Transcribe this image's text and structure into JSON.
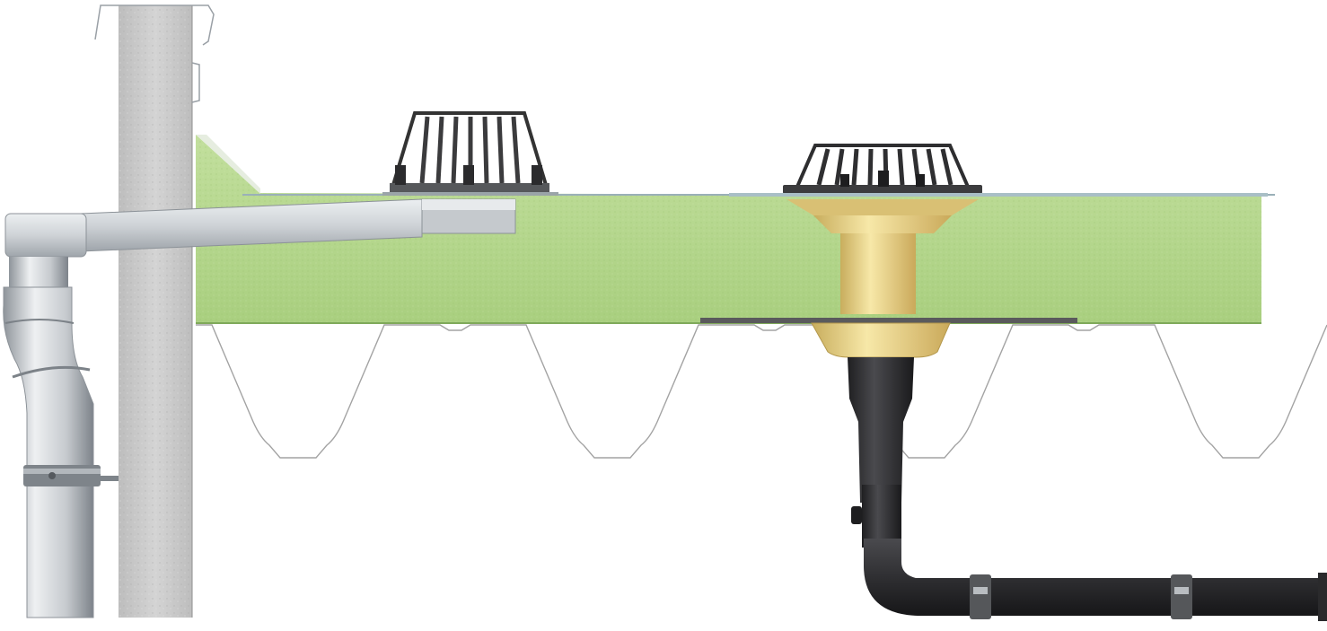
{
  "diagram": {
    "subject": "roof-drainage-cross-section",
    "components": [
      {
        "id": "concrete-wall",
        "icon": "wall"
      },
      {
        "id": "parapet-coping",
        "icon": "coping"
      },
      {
        "id": "insulation-layer",
        "icon": "insulation"
      },
      {
        "id": "trapezoidal-steel-deck",
        "icon": "deck"
      },
      {
        "id": "overflow-drain-grate",
        "icon": "grate"
      },
      {
        "id": "overflow-outlet-channel",
        "icon": "channel"
      },
      {
        "id": "steel-downpipe",
        "icon": "pipe"
      },
      {
        "id": "pipe-bracket",
        "icon": "bracket"
      },
      {
        "id": "main-roof-drain-grate",
        "icon": "grate"
      },
      {
        "id": "drain-body-sleeve",
        "icon": "sleeve"
      },
      {
        "id": "drain-pipe-vertical",
        "icon": "pipe"
      },
      {
        "id": "drain-pipe-elbow-horizontal",
        "icon": "pipe"
      },
      {
        "id": "pipe-clamp",
        "icon": "clamp"
      }
    ],
    "colors": {
      "insulation": "#b4d68b",
      "insulation_dark": "#9cc272",
      "concrete": "#c9c9c9",
      "steel": "#c2c6cb",
      "drain_body": "#ecd78c",
      "pipe": "#2e2e30",
      "grate": "#3a3a3c",
      "deck_line": "#9a9a9a"
    }
  }
}
